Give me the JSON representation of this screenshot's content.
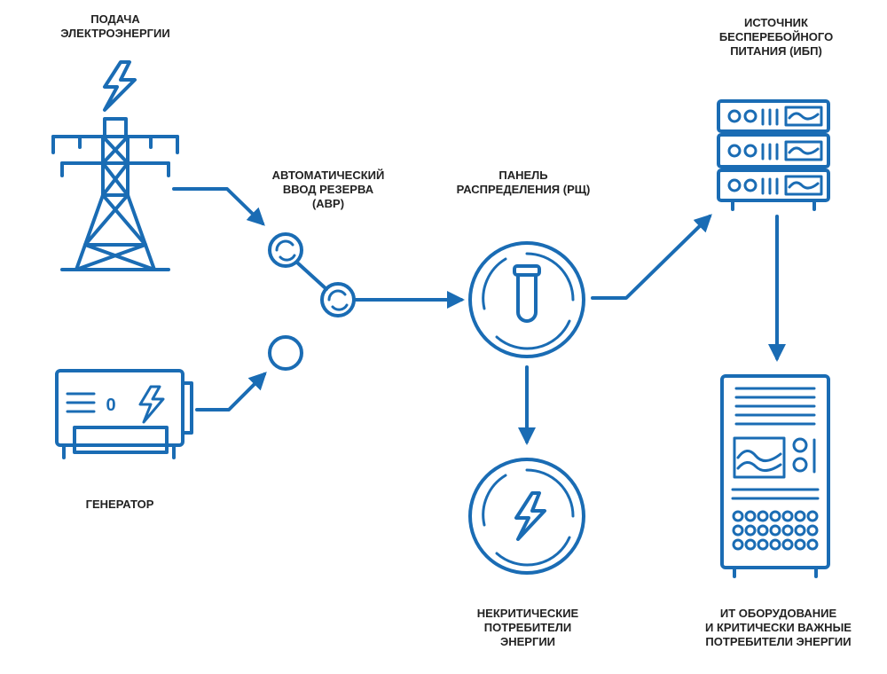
{
  "labels": {
    "power_supply": "ПОДАЧА\nЭЛЕКТРОЭНЕРГИИ",
    "generator": "ГЕНЕРАТОР",
    "ats": "АВТОМАТИЧЕСКИЙ\nВВОД РЕЗЕРВА\n(АВР)",
    "distribution_panel": "ПАНЕЛЬ\nРАСПРЕДЕЛЕНИЯ (РЩ)",
    "ups": "ИСТОЧНИК\nБЕСПЕРЕБОЙНОГО\nПИТАНИЯ (ИБП)",
    "non_critical": "НЕКРИТИЧЕСКИЕ\nПОТРЕБИТЕЛИ\nЭНЕРГИИ",
    "it_equipment": "ИТ ОБОРУДОВАНИЕ\nИ КРИТИЧЕСКИ ВАЖНЫЕ\nПОТРЕБИТЕЛИ ЭНЕРГИИ"
  },
  "generator_display": "0",
  "colors": {
    "accent": "#1a6cb4",
    "text": "#222222"
  }
}
